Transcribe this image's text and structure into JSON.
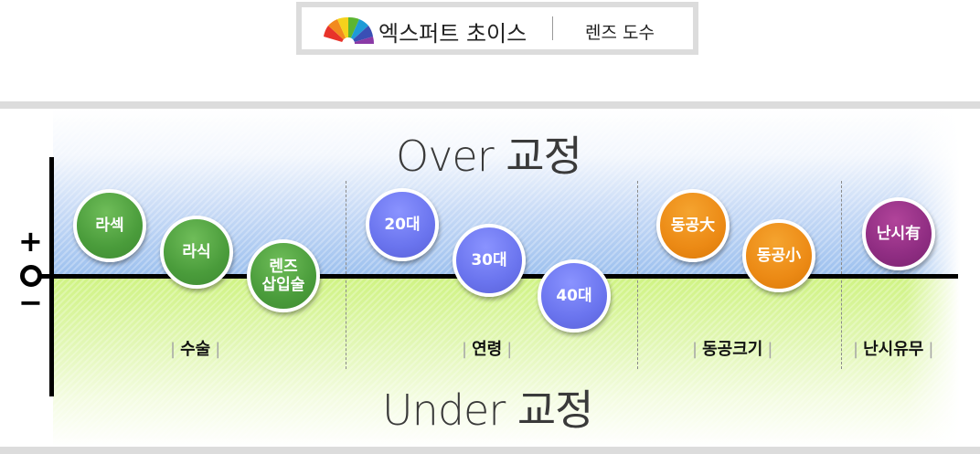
{
  "header": {
    "brand": "엑스퍼트 초이스",
    "page_name": "렌즈 도수"
  },
  "zones": {
    "over_label": "Over 교정",
    "under_label": "Under 교정"
  },
  "axis": {
    "plus": "+",
    "minus": "−"
  },
  "categories": [
    {
      "label": "수술"
    },
    {
      "label": "연령"
    },
    {
      "label": "동공크기"
    },
    {
      "label": "난시유무"
    }
  ],
  "bubbles": [
    {
      "label": "라섹",
      "color": "#4a9c3b"
    },
    {
      "label": "라식",
      "color": "#4a9c3b"
    },
    {
      "label_line1": "렌즈",
      "label_line2": "삽입술",
      "color": "#4a9c3b"
    },
    {
      "label": "20대",
      "color": "#6a74ee"
    },
    {
      "label": "30대",
      "color": "#6a74ee"
    },
    {
      "label": "40대",
      "color": "#6a74ee"
    },
    {
      "label": "동공大",
      "color": "#ec8a15"
    },
    {
      "label": "동공小",
      "color": "#ec8a15"
    },
    {
      "label": "난시有",
      "color": "#8f2d82"
    }
  ],
  "colors": {
    "over_zone": "#9cc0ee",
    "under_zone": "#cff382",
    "frame": "#dcdcdc"
  }
}
